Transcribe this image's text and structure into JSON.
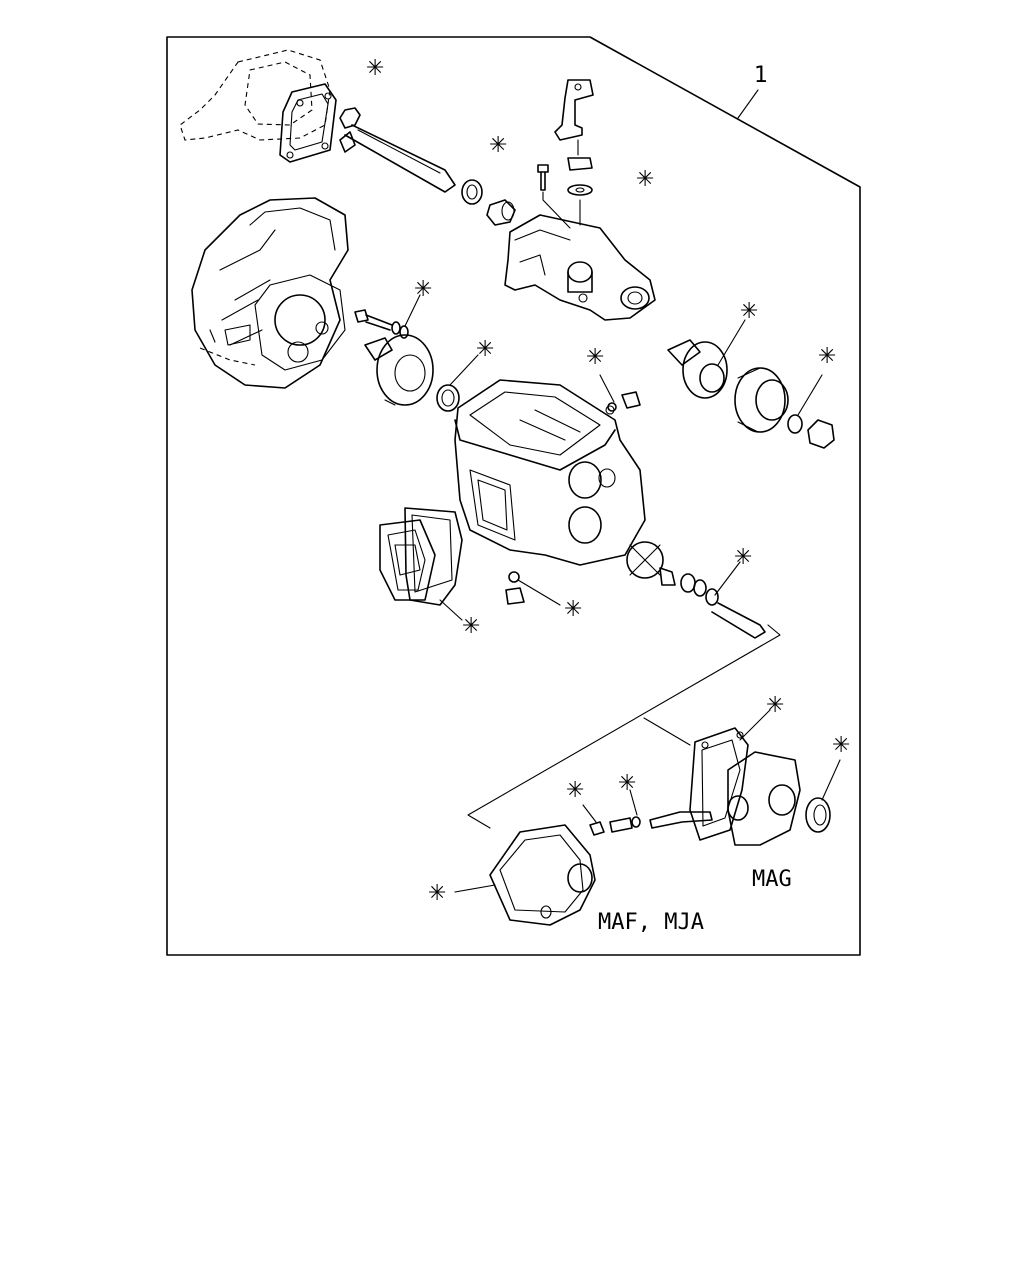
{
  "callout": {
    "item_number": "1"
  },
  "marker": {
    "symbol": "✳"
  },
  "labels": {
    "variant_mag": "MAG",
    "variant_maf_mja": "MAF, MJA"
  }
}
